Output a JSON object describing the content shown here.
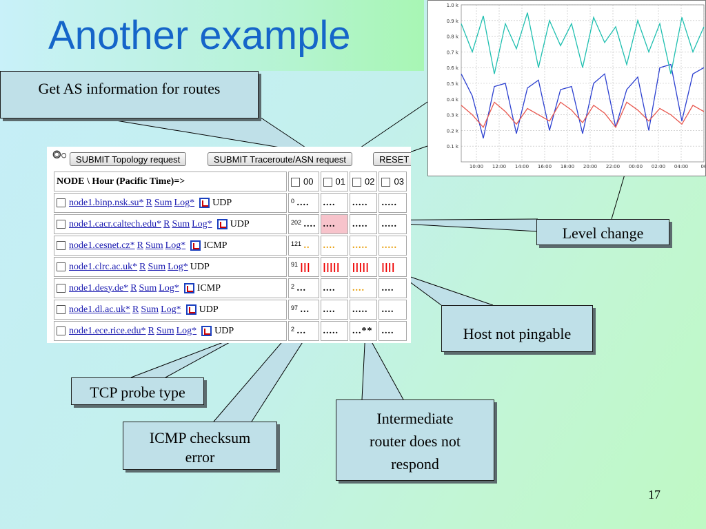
{
  "slide": {
    "title": "Another example",
    "page_number": "17"
  },
  "callouts": {
    "as_info": "Get AS information for routes",
    "level_change": "Level change",
    "host_not_pingable": "Host not pingable",
    "tcp_probe": "TCP probe type",
    "icmp_checksum_line1": "ICMP checksum",
    "icmp_checksum_line2": "error",
    "intermediate_line1": "Intermediate",
    "intermediate_line2": "router does not",
    "intermediate_line3": "respond"
  },
  "toolbar": {
    "topology_button": "SUBMIT Topology request",
    "traceroute_button": "SUBMIT Traceroute/ASN request",
    "reset_button": "RESET"
  },
  "table": {
    "header_label": "NODE \\ Hour (Pacific Time)=>",
    "hours": [
      "00",
      "01",
      "02",
      "03"
    ],
    "links": {
      "r": "R",
      "sum": "Sum",
      "log": "Log*"
    },
    "rows": [
      {
        "node": "node1.binp.nsk.su*",
        "probe": "UDP",
        "count": "0",
        "cells": [
          "....",
          ".....",
          "....."
        ]
      },
      {
        "node": "node1.cacr.caltech.edu*",
        "probe": "UDP",
        "count": "202",
        "cells": [
          "....",
          ".....",
          "....."
        ]
      },
      {
        "node": "node1.cesnet.cz*",
        "probe": "ICMP",
        "count": "121",
        "cells": [
          "....",
          ".....",
          "....."
        ]
      },
      {
        "node": "node1.clrc.ac.uk*",
        "probe": "UDP",
        "count": "91",
        "cells": [
          "|||||",
          "|||||",
          "||||"
        ]
      },
      {
        "node": "node1.desy.de*",
        "probe": "ICMP",
        "count": "2",
        "cells": [
          "....",
          "....",
          "...."
        ]
      },
      {
        "node": "node1.dl.ac.uk*",
        "probe": "UDP",
        "count": "97",
        "cells": [
          "....",
          ".....",
          "...."
        ]
      },
      {
        "node": "node1.ece.rice.edu*",
        "probe": "UDP",
        "count": "2",
        "cells": [
          ".....",
          "...**",
          "...."
        ]
      }
    ]
  },
  "chart_data": {
    "type": "line",
    "y_ticks": [
      "1.0 k",
      "0.9 k",
      "0.8 k",
      "0.7 k",
      "0.6 k",
      "0.5 k",
      "0.4 k",
      "0.3 k",
      "0.2 k",
      "0.1 k"
    ],
    "x_ticks": [
      "10:00",
      "12:00",
      "14:00",
      "16:00",
      "18:00",
      "20:00",
      "22:00",
      "00:00",
      "02:00",
      "04:00",
      "06"
    ],
    "ylim": [
      0,
      1000
    ],
    "grid": true,
    "colors": {
      "cyan": "#1fbfb0",
      "red": "#e8574e",
      "blue": "#2b3fd0",
      "lightblue": "#8a96f0"
    },
    "series": [
      {
        "color_name": "blue",
        "values": [
          560,
          420,
          150,
          480,
          500,
          180,
          470,
          520,
          200,
          460,
          480,
          180,
          500,
          560,
          220,
          460,
          540,
          200,
          600,
          620,
          260,
          560,
          600
        ]
      },
      {
        "color_name": "cyan",
        "values": [
          880,
          700,
          930,
          560,
          880,
          720,
          950,
          600,
          900,
          740,
          880,
          600,
          920,
          760,
          860,
          620,
          900,
          700,
          880,
          560,
          920,
          700,
          860
        ]
      },
      {
        "color_name": "red",
        "values": [
          360,
          300,
          220,
          380,
          320,
          240,
          340,
          300,
          260,
          380,
          330,
          250,
          360,
          310,
          220,
          380,
          330,
          260,
          340,
          300,
          240,
          360,
          320
        ]
      }
    ]
  }
}
